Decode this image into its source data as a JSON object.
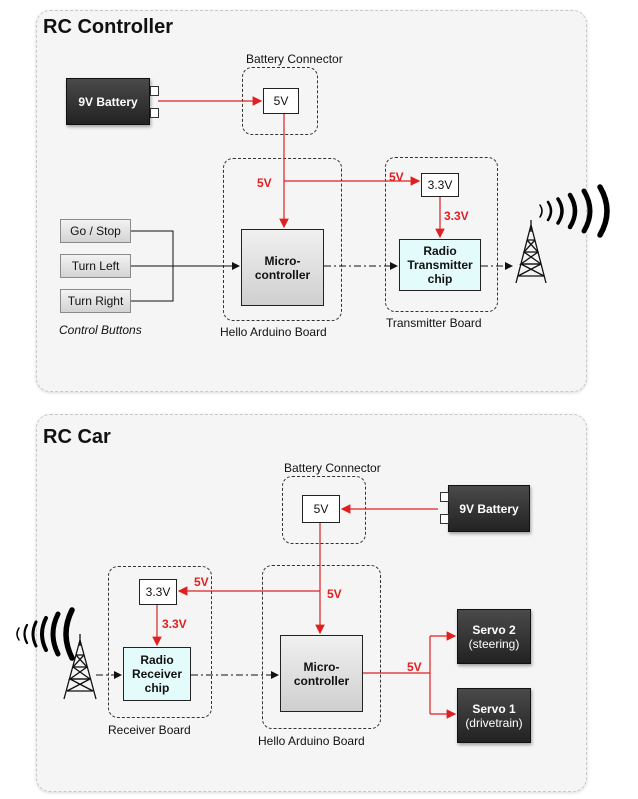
{
  "controller": {
    "title": "RC Controller",
    "battery": "9V Battery",
    "battery_connector": {
      "label": "Battery Connector",
      "voltage": "5V"
    },
    "power_5v_label": "5V",
    "arduino": {
      "label": "Hello Arduino Board",
      "mcu": "Micro-\ncontroller"
    },
    "transmitter": {
      "label": "Transmitter Board",
      "regulator": "3.3V",
      "reg_out_label": "3.3V",
      "chip": "Radio\nTransmitter\nchip",
      "feed_label": "5V"
    },
    "buttons": [
      "Go / Stop",
      "Turn Left",
      "Turn Right"
    ],
    "buttons_label": "Control Buttons"
  },
  "car": {
    "title": "RC Car",
    "battery": "9V Battery",
    "battery_connector": {
      "label": "Battery Connector",
      "voltage": "5V"
    },
    "power_5v_label": "5V",
    "arduino": {
      "label": "Hello Arduino Board",
      "mcu": "Micro-\ncontroller"
    },
    "receiver": {
      "label": "Receiver Board",
      "regulator": "3.3V",
      "reg_out_label": "3.3V",
      "chip": "Radio\nReceiver\nchip",
      "feed_label": "5V"
    },
    "servo_feed_label": "5V",
    "servos": [
      {
        "name": "Servo 2",
        "role": "(steering)"
      },
      {
        "name": "Servo 1",
        "role": "(drivetrain)"
      }
    ]
  },
  "colors": {
    "power": "#e02020",
    "panel": "#f5f5f5",
    "battery": "#2d2d2d",
    "chip": "#e3fbfb"
  },
  "icons": {
    "antenna": "radio-tower-icon",
    "signal": "signal-waves-icon"
  }
}
